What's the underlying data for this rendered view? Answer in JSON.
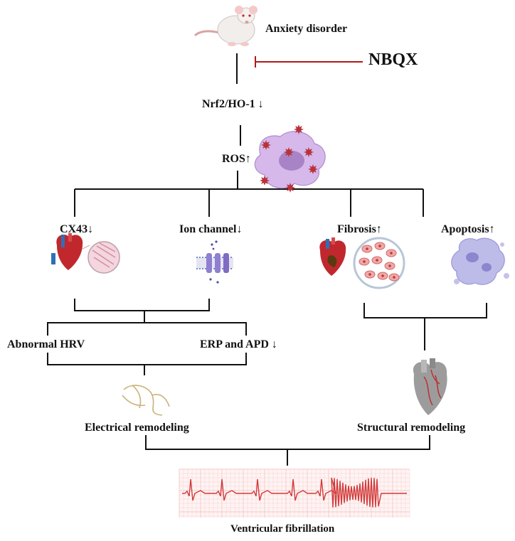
{
  "labels": {
    "anxiety": "Anxiety disorder",
    "nbqx": "NBQX",
    "nrf2": "Nrf2/HO-1 ↓",
    "ros": "ROS↑",
    "cx43": "CX43↓",
    "ion_channel": "Ion channel↓",
    "fibrosis": "Fibrosis↑",
    "apoptosis": "Apoptosis↑",
    "abnormal_hrv": "Abnormal HRV",
    "erp_apd": "ERP and APD ↓",
    "electrical": "Electrical remodeling",
    "structural": "Structural remodeling",
    "vf": "Ventricular fibrillation"
  },
  "colors": {
    "line": "#111111",
    "inhibit": "#b01a1a",
    "ros_cell": "#c9a6e0",
    "ros_burst": "#b8323a",
    "heart_red": "#c0282d",
    "heart_blue": "#2f6fb8",
    "apoptosis_cell": "#b4b2e6",
    "channel": "#8f7fd0",
    "ecg_grid": "#f4c8c8",
    "ecg_trace": "#d23a3a",
    "nerve": "#c9b27a"
  },
  "icons": {
    "mouse": "rat-icon",
    "ros": "ros-cell-icon",
    "cx43": "heart-tissue-icon",
    "ion": "ion-channel-icon",
    "fibrosis": "fibrotic-heart-icon",
    "apoptosis": "apoptotic-cell-icon",
    "nerve": "nerve-icon",
    "structural": "remodeled-heart-icon",
    "ecg": "ecg-strip-icon"
  }
}
